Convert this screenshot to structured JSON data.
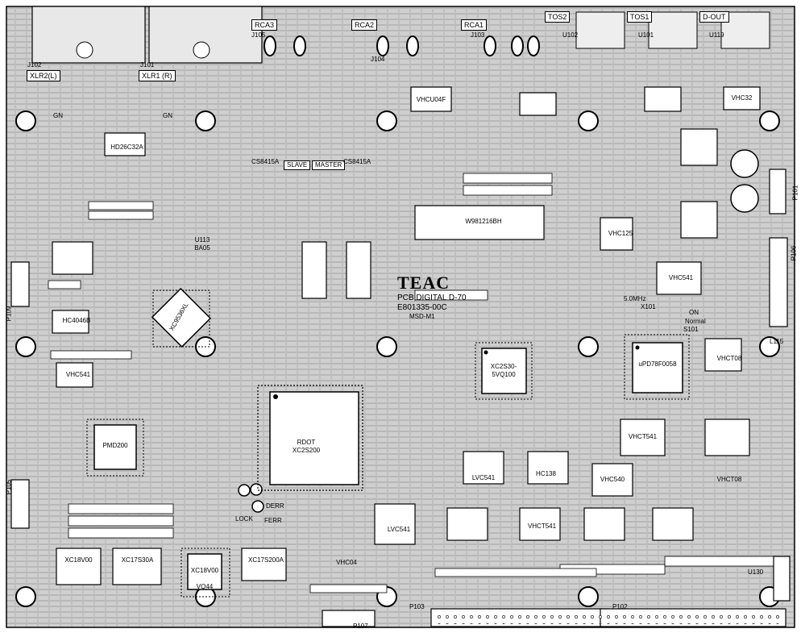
{
  "connectors": {
    "xlr2": "XLR2(L)",
    "xlr1": "XLR1 (R)",
    "rca3": "RCA3",
    "rca2": "RCA2",
    "rca1": "RCA1",
    "tos2": "TOS2",
    "tos1": "TOS1",
    "dout": "D-OUT"
  },
  "refs": {
    "j102": "J102",
    "j101": "J101",
    "j105": "J105",
    "j104": "J104",
    "j103": "J103",
    "u102": "U102",
    "u101": "U101",
    "u119": "U119",
    "p101": "P101",
    "p102": "P102",
    "p103": "P103",
    "p105": "P105",
    "p106": "P106",
    "p107": "P107",
    "p109": "P109",
    "l115": "L115",
    "u130": "U130"
  },
  "jumpers": {
    "slave": "SLAVE",
    "master": "MASTER",
    "cs8415a_left": "CS8415A",
    "cs8415a_right": "CS8415A"
  },
  "branding": {
    "brand": "TEAC",
    "board_line1": "PCB,DIGITAL D-70",
    "board_line2": "E801335-00C",
    "cert": "MSD-M1"
  },
  "chips": {
    "rdot": "RDOT",
    "xc2s200": "XC2S200",
    "xc2s30": "XC2S30-",
    "xc2s30_sub": "5VQ100",
    "upd78": "uPD78F0058",
    "pmd200": "PMD200",
    "xc18v00_a": "XC18V00",
    "xc18v00_b": "XC18V00",
    "vq44": "VQ44",
    "xc17s30a": "XC17S30A",
    "xc17s200a": "XC17S200A",
    "w981216bh": "W981216BH",
    "hd29c32a": "HD26C32A",
    "ba05": "BA05",
    "u113": "U113",
    "xc9536xl": "XC9536XL",
    "hc4046": "HC4046B",
    "vhc541_a": "VHC541",
    "vhc541_b": "VHC541",
    "vhct541_a": "VHCT541",
    "vhct541_b": "VHCT541",
    "vhct08": "VHCT08",
    "lvc541": "LVC541",
    "vhcu04f": "VHCU04F",
    "vhc32": "VHC32",
    "vhct08_b": "VHCT08",
    "vhc125": "VHC125",
    "vhc04": "VHC04",
    "vhc540": "VHC540",
    "hc138": "HC138",
    "lvc541_b": "LVC541"
  },
  "misc": {
    "osc": "5.0MHz",
    "osc_ref": "X101",
    "switch_on": "ON",
    "switch_normal": "Normal",
    "switch_ref": "S101",
    "lock": "LOCK",
    "ferr": "FERR",
    "derr": "DERR",
    "gn1": "GN",
    "gn2": "GN"
  },
  "colors": {
    "board": "#cfcfcf",
    "copper": "#b5b5b5",
    "ink": "#111111",
    "pad": "#ffffff"
  }
}
